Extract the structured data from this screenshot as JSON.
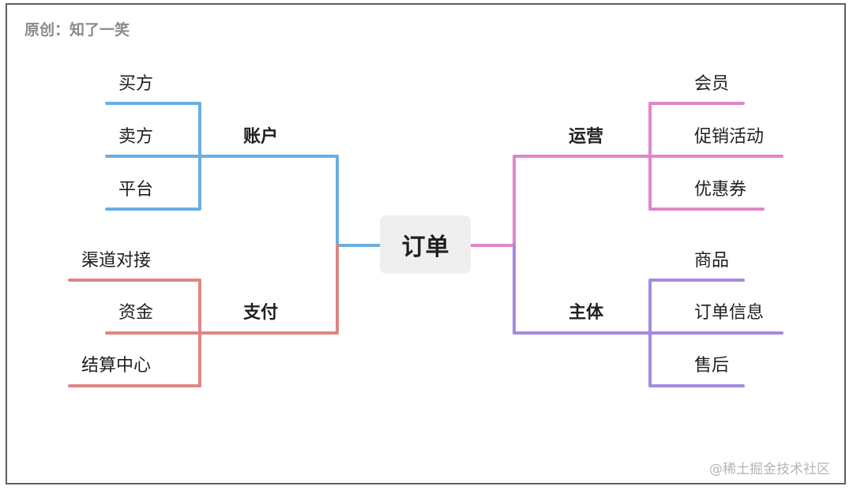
{
  "credit": "原创：知了一笑",
  "center": "订单",
  "branches": {
    "account": {
      "label": "账户",
      "color": "#6aaee0",
      "items": [
        "买方",
        "卖方",
        "平台"
      ]
    },
    "payment": {
      "label": "支付",
      "color": "#e08585",
      "items": [
        "渠道对接",
        "资金",
        "结算中心"
      ]
    },
    "operation": {
      "label": "运营",
      "color": "#e086c8",
      "items": [
        "会员",
        "促销活动",
        "优惠券"
      ]
    },
    "subject": {
      "label": "主体",
      "color": "#a48be0",
      "items": [
        "商品",
        "订单信息",
        "售后"
      ]
    }
  },
  "watermark": "@稀土掘金技术社区"
}
